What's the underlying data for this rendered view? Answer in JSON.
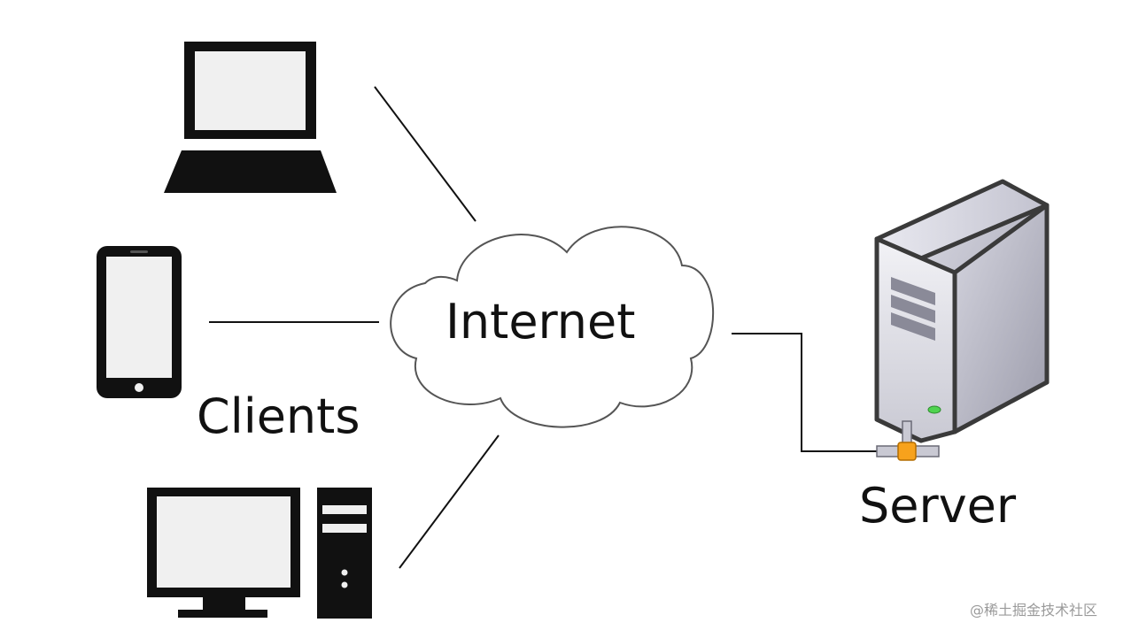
{
  "labels": {
    "internet": "Internet",
    "clients": "Clients",
    "server": "Server"
  },
  "watermark": "@稀土掘金技术社区",
  "colors": {
    "device": "#111111",
    "screen": "#f0f0f0",
    "cloud_stroke": "#555555",
    "line": "#111111",
    "server_body": "#d9d9e0",
    "server_side": "#b9b9c6",
    "server_led": "#4fd34f",
    "connector": "#f7a21c"
  },
  "icons": [
    "laptop-icon",
    "smartphone-icon",
    "desktop-computer-icon",
    "cloud-icon",
    "server-tower-icon",
    "network-connector-icon"
  ]
}
